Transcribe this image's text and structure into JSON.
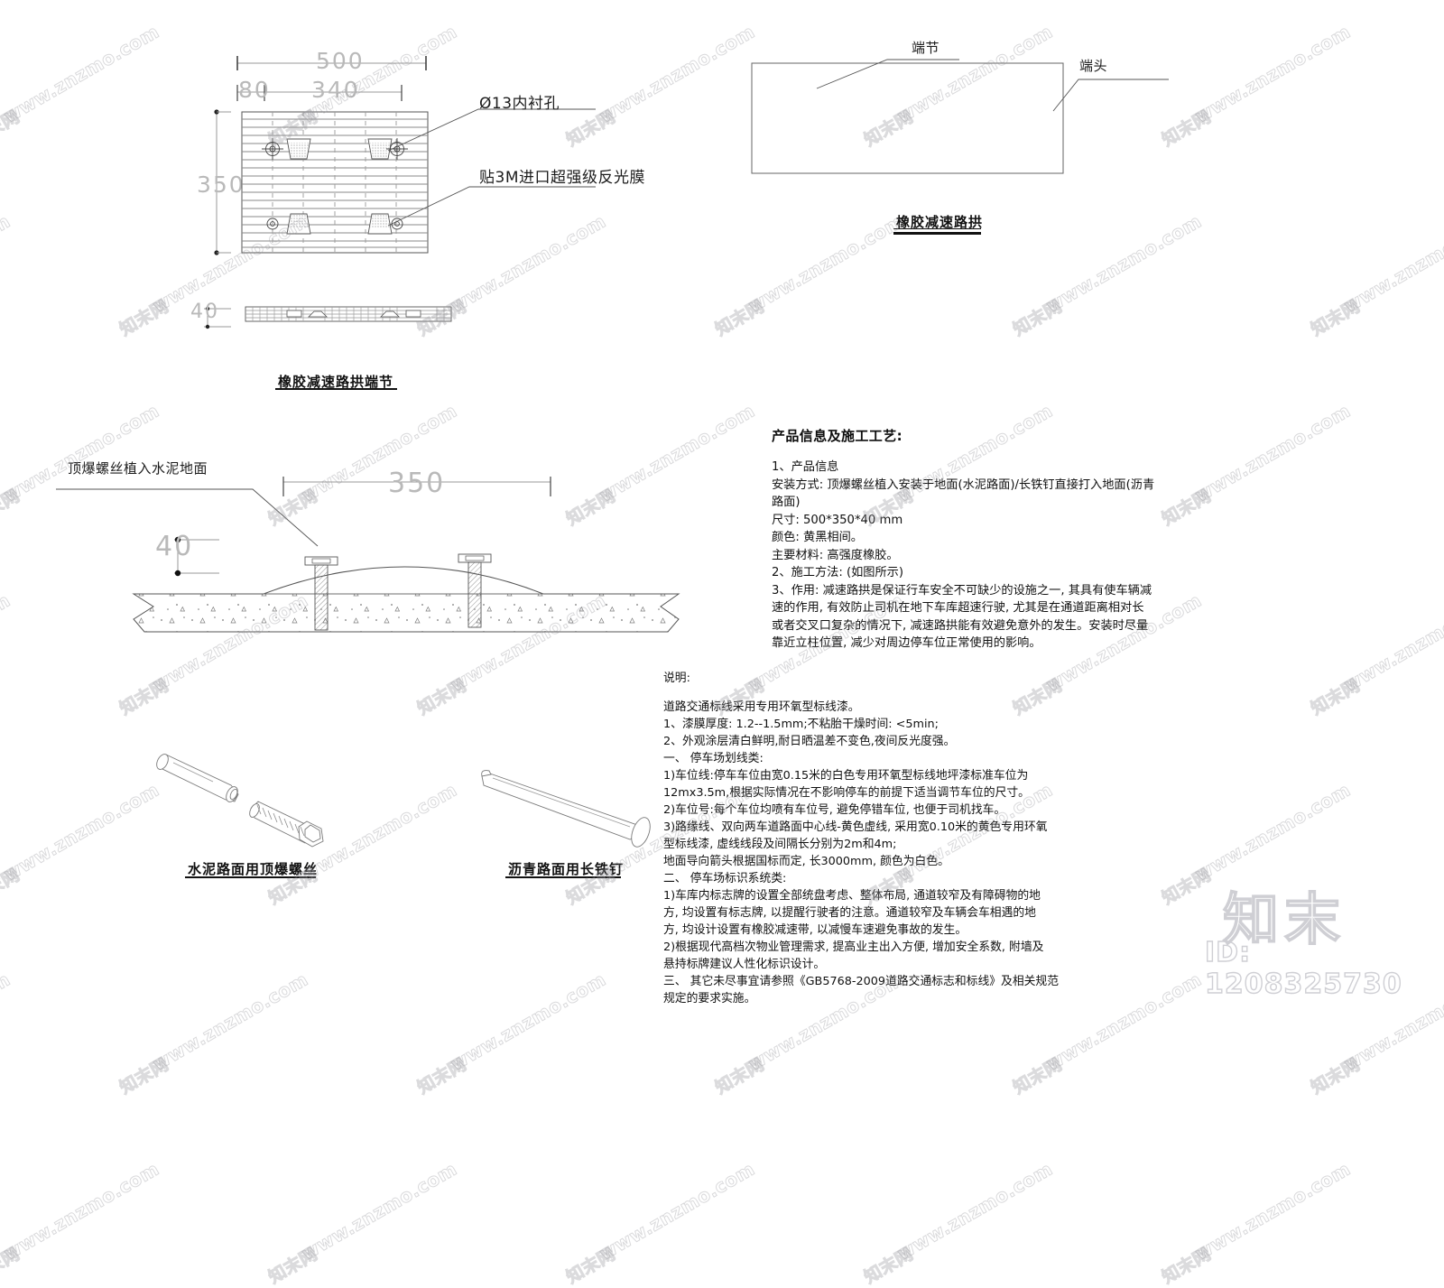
{
  "document": {
    "kind": "cad-technical-drawing",
    "subject": "橡胶减速路拱 / 减速带安装详图"
  },
  "watermark": {
    "text_latin": "www.znzmo.com",
    "text_cn": "知末网",
    "brand": "知末",
    "id_label": "ID: 1208325730",
    "color": "#cfcfd4"
  },
  "views": {
    "plan": {
      "title": "橡胶减速路拱端节",
      "dimensions": {
        "overall_width": "500",
        "left_segment": "80",
        "middle_segment": "340",
        "height": "350",
        "thickness": "40"
      },
      "callouts": [
        {
          "text": "Ø13内衬孔"
        },
        {
          "text": "贴3M进口超强级反光膜"
        }
      ]
    },
    "assembly": {
      "title": "橡胶减速路拱",
      "callouts": [
        {
          "text": "端节"
        },
        {
          "text": "端头"
        }
      ]
    },
    "section": {
      "callout": "顶爆螺丝植入水泥地面",
      "dimensions": {
        "width": "350",
        "height": "40"
      }
    },
    "fasteners": [
      {
        "title": "水泥路面用顶爆螺丝"
      },
      {
        "title": "沥青路面用长铁钉"
      }
    ]
  },
  "product_info": {
    "heading": "产品信息及施工工艺:",
    "lines": [
      "1、产品信息",
      "安装方式: 顶爆螺丝植入安装于地面(水泥路面)/长铁钉直接打入地面(沥青",
      "路面)",
      "尺寸: 500*350*40 mm",
      "颜色: 黄黑相间。",
      "主要材料: 高强度橡胶。",
      "2、施工方法: (如图所示)",
      "3、作用: 减速路拱是保证行车安全不可缺少的设施之一, 其具有使车辆减",
      "速的作用, 有效防止司机在地下车库超速行驶, 尤其是在通道距离相对长",
      "或者交叉口复杂的情况下, 减速路拱能有效避免意外的发生。安装时尽量",
      "靠近立柱位置, 减少对周边停车位正常使用的影响。"
    ]
  },
  "notes": {
    "heading": "说明:",
    "lines": [
      "道路交通标线采用专用环氧型标线漆。",
      "1、漆膜厚度: 1.2--1.5mm;不粘胎干燥时间: <5min;",
      "2、外观涂层清白鲜明,耐日晒温差不变色,夜间反光度强。",
      "一、 停车场划线类:",
      "1)车位线:停车车位由宽0.15米的白色专用环氧型标线地坪漆标准车位为",
      "12mx3.5m,根据实际情况在不影响停车的前提下适当调节车位的尺寸。",
      "2)车位号:每个车位均喷有车位号, 避免停错车位, 也便于司机找车。",
      "3)路缘线、双向两车道路面中心线-黄色虚线, 采用宽0.10米的黄色专用环氧",
      "型标线漆, 虚线线段及间隔长分别为2m和4m;",
      "地面导向箭头根据国标而定, 长3000mm, 颜色为白色。",
      "二、 停车场标识系统类:",
      "1)车库内标志牌的设置全部统盘考虑、整体布局, 通道较窄及有障碍物的地",
      "方, 均设置有标志牌, 以提醒行驶者的注意。通道较窄及车辆会车相遇的地",
      "方, 均设计设置有橡胶减速带, 以减慢车速避免事故的发生。",
      "2)根据现代高档次物业管理需求, 提高业主出入方便, 增加安全系数, 附墙及",
      "悬持标牌建议人性化标识设计。",
      "三、 其它未尽事宜请参照《GB5768-2009道路交通标志和标线》及相关规范",
      "规定的要求实施。"
    ]
  }
}
